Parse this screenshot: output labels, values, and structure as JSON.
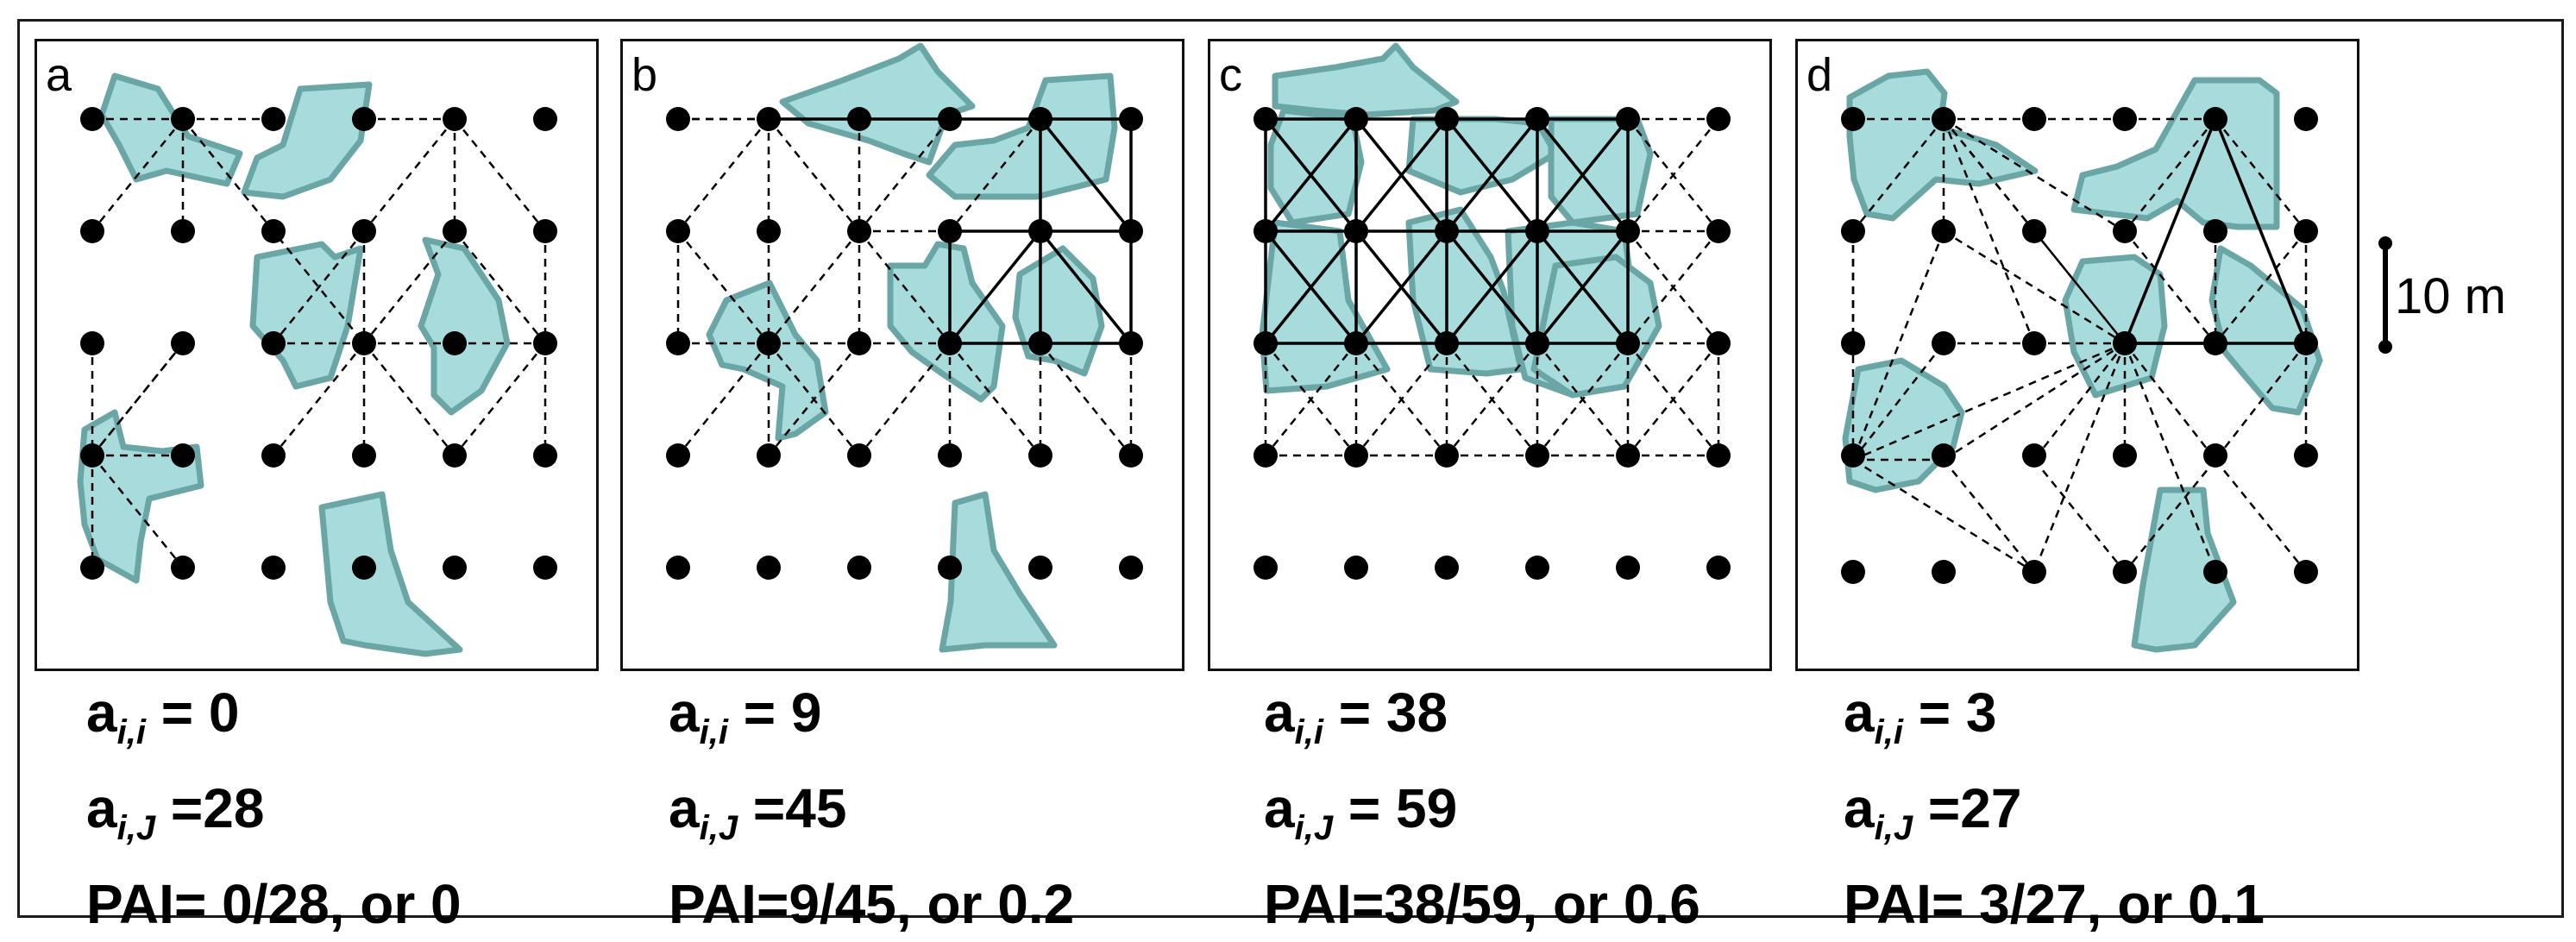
{
  "colors": {
    "patch_fill": "#a8dcdc",
    "patch_stroke": "#6aa6a6",
    "ink": "#000000"
  },
  "scale": {
    "label": "10 m"
  },
  "panels": [
    {
      "letter": "a",
      "stats": {
        "aii_label": "a",
        "aii_sub": "i,i",
        "aii_value": "= 0",
        "aij_label": "a",
        "aij_sub": "i,J",
        "aij_value": "=28",
        "pai": "PAI= 0/28, or 0"
      }
    },
    {
      "letter": "b",
      "stats": {
        "aii_label": "a",
        "aii_sub": "i,i",
        "aii_value": "= 9",
        "aij_label": "a",
        "aij_sub": "i,J",
        "aij_value": "=45",
        "pai": "PAI=9/45, or 0.2"
      }
    },
    {
      "letter": "c",
      "stats": {
        "aii_label": "a",
        "aii_sub": "i,i",
        "aii_value": "= 38",
        "aij_label": "a",
        "aij_sub": "i,J",
        "aij_value": "= 59",
        "pai": "PAI=38/59, or 0.6"
      }
    },
    {
      "letter": "d",
      "stats": {
        "aii_label": "a",
        "aii_sub": "i,i",
        "aii_value": "= 3",
        "aij_label": "a",
        "aij_sub": "i,J",
        "aij_value": "=27",
        "pai": "PAI= 3/27, or 0.1"
      }
    }
  ]
}
